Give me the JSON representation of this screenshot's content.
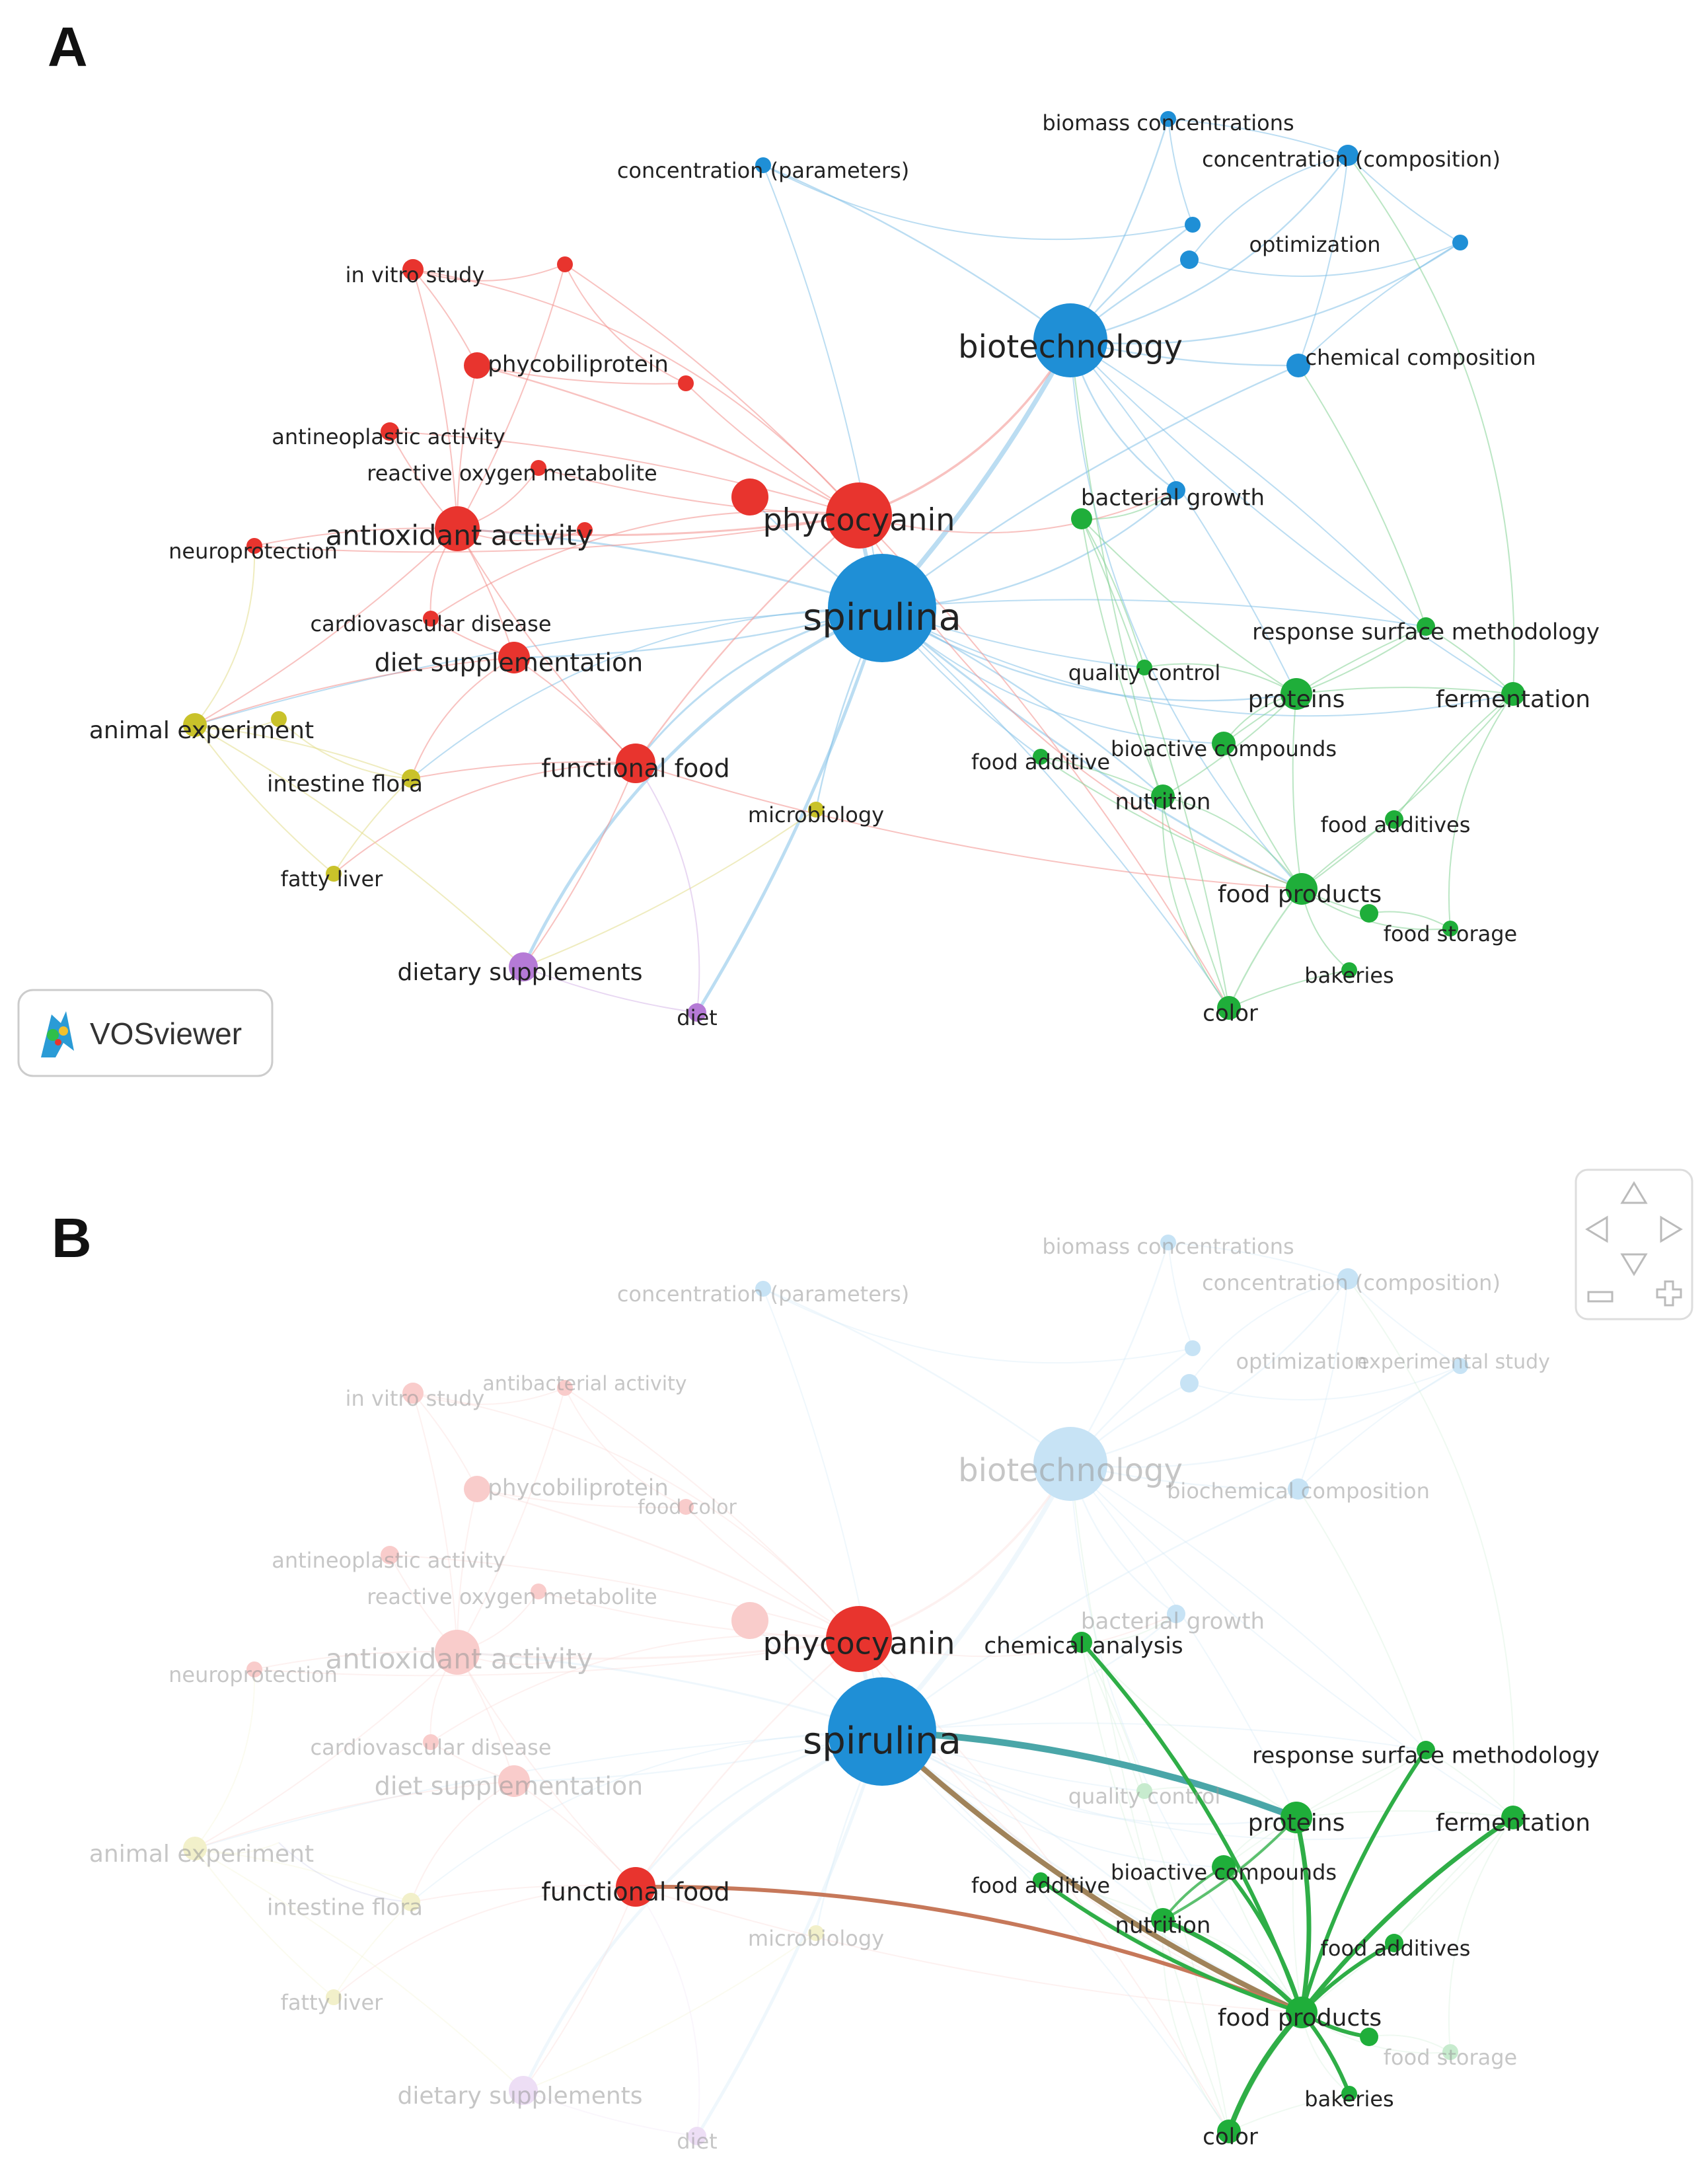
{
  "panels": {
    "a_label": "A",
    "b_label": "B"
  },
  "watermark": {
    "text": "VOSviewer",
    "icon": "vosviewer-logo-icon"
  },
  "nav_control": {
    "icons": [
      "arrow-up-icon",
      "arrow-left-icon",
      "arrow-right-icon",
      "arrow-down-icon",
      "zoom-out-icon",
      "zoom-in-icon"
    ]
  },
  "clusters": {
    "red": "#e8342e",
    "blue": "#1f8fd6",
    "green": "#1fae3a",
    "yellow": "#c9c22a",
    "purple": "#b57ad6"
  },
  "network_a": {
    "nodes": [
      {
        "id": "spirulina",
        "label": "spirulina",
        "cluster": "blue",
        "weight": 10
      },
      {
        "id": "phycocyanin",
        "label": "phycocyanin",
        "cluster": "red",
        "weight": 7
      },
      {
        "id": "biotechnology",
        "label": "biotechnology",
        "cluster": "blue",
        "weight": 7
      },
      {
        "id": "biomass",
        "label": "biomass concentrations",
        "cluster": "blue",
        "weight": 2
      },
      {
        "id": "conc_param",
        "label": "concentration (parameters)",
        "cluster": "blue",
        "weight": 2
      },
      {
        "id": "conc_comp",
        "label": "concentration (composition)",
        "cluster": "blue",
        "weight": 3
      },
      {
        "id": "optimization",
        "label": "optimization",
        "cluster": "blue",
        "weight": 2
      },
      {
        "id": "chem_comp",
        "label": "chemical composition",
        "cluster": "blue",
        "weight": 3
      },
      {
        "id": "bacterial_growth",
        "label": "bacterial growth",
        "cluster": "blue",
        "weight": 2
      },
      {
        "id": "blue_small1",
        "label": "",
        "cluster": "blue",
        "weight": 2
      },
      {
        "id": "blue_small2",
        "label": "",
        "cluster": "blue",
        "weight": 2
      },
      {
        "id": "in_vitro",
        "label": "in vitro study",
        "cluster": "red",
        "weight": 2
      },
      {
        "id": "red_small1",
        "label": "",
        "cluster": "red",
        "weight": 2
      },
      {
        "id": "red_small2",
        "label": "",
        "cluster": "red",
        "weight": 2
      },
      {
        "id": "phycobiliprotein",
        "label": "phycobiliprotein",
        "cluster": "red",
        "weight": 3
      },
      {
        "id": "antineoplastic",
        "label": "antineoplastic activity",
        "cluster": "red",
        "weight": 2
      },
      {
        "id": "ros",
        "label": "reactive oxygen metabolite",
        "cluster": "red",
        "weight": 2
      },
      {
        "id": "antioxidant",
        "label": "antioxidant activity",
        "cluster": "red",
        "weight": 5
      },
      {
        "id": "neuroprotection",
        "label": "neuroprotection",
        "cluster": "red",
        "weight": 2
      },
      {
        "id": "cardio",
        "label": "cardiovascular disease",
        "cluster": "red",
        "weight": 2
      },
      {
        "id": "diet_supp",
        "label": "diet supplementation",
        "cluster": "red",
        "weight": 4
      },
      {
        "id": "functional_food",
        "label": "functional food",
        "cluster": "red",
        "weight": 5
      },
      {
        "id": "red_small3",
        "label": "",
        "cluster": "red",
        "weight": 4
      },
      {
        "id": "red_small4",
        "label": "",
        "cluster": "red",
        "weight": 2
      },
      {
        "id": "animal_exp",
        "label": "animal experiment",
        "cluster": "yellow",
        "weight": 3
      },
      {
        "id": "yellow_small1",
        "label": "",
        "cluster": "yellow",
        "weight": 2
      },
      {
        "id": "intestine",
        "label": "intestine flora",
        "cluster": "yellow",
        "weight": 2
      },
      {
        "id": "fatty_liver",
        "label": "fatty liver",
        "cluster": "yellow",
        "weight": 2
      },
      {
        "id": "microbiology",
        "label": "microbiology",
        "cluster": "yellow",
        "weight": 2
      },
      {
        "id": "dietary_supps",
        "label": "dietary supplements",
        "cluster": "purple",
        "weight": 4
      },
      {
        "id": "diet",
        "label": "diet",
        "cluster": "purple",
        "weight": 2
      },
      {
        "id": "green_small1",
        "label": "",
        "cluster": "green",
        "weight": 3
      },
      {
        "id": "rsm",
        "label": "response surface methodology",
        "cluster": "green",
        "weight": 2
      },
      {
        "id": "quality_control",
        "label": "quality control",
        "cluster": "green",
        "weight": 2
      },
      {
        "id": "proteins",
        "label": "proteins",
        "cluster": "green",
        "weight": 4
      },
      {
        "id": "fermentation",
        "label": "fermentation",
        "cluster": "green",
        "weight": 3
      },
      {
        "id": "bioactive",
        "label": "bioactive compounds",
        "cluster": "green",
        "weight": 3
      },
      {
        "id": "food_additive",
        "label": "food additive",
        "cluster": "green",
        "weight": 2
      },
      {
        "id": "nutrition",
        "label": "nutrition",
        "cluster": "green",
        "weight": 3
      },
      {
        "id": "food_additives",
        "label": "food additives",
        "cluster": "green",
        "weight": 2
      },
      {
        "id": "food_products",
        "label": "food products",
        "cluster": "green",
        "weight": 4
      },
      {
        "id": "green_small2",
        "label": "",
        "cluster": "green",
        "weight": 2
      },
      {
        "id": "food_storage",
        "label": "food storage",
        "cluster": "green",
        "weight": 2
      },
      {
        "id": "bakeries",
        "label": "bakeries",
        "cluster": "green",
        "weight": 2
      },
      {
        "id": "color",
        "label": "color",
        "cluster": "green",
        "weight": 3
      }
    ]
  },
  "network_b": {
    "highlighted": "food products",
    "nodes": [
      {
        "id": "spirulina",
        "label": "spirulina",
        "cluster": "blue",
        "active": true
      },
      {
        "id": "phycocyanin",
        "label": "phycocyanin",
        "cluster": "red",
        "active": true
      },
      {
        "id": "biotechnology",
        "label": "biotechnology",
        "cluster": "blue",
        "active": false
      },
      {
        "id": "biomass",
        "label": "biomass concentrations",
        "cluster": "blue",
        "active": false
      },
      {
        "id": "conc_param",
        "label": "concentration (parameters)",
        "cluster": "blue",
        "active": false
      },
      {
        "id": "conc_comp",
        "label": "concentration (composition)",
        "cluster": "blue",
        "active": false
      },
      {
        "id": "optimization",
        "label": "optimization",
        "cluster": "blue",
        "active": false
      },
      {
        "id": "exp_study",
        "label": "experimental study",
        "cluster": "blue",
        "active": false
      },
      {
        "id": "biochem_comp",
        "label": "biochemical composition",
        "cluster": "blue",
        "active": false
      },
      {
        "id": "bacterial_growth",
        "label": "bacterial growth",
        "cluster": "blue",
        "active": false
      },
      {
        "id": "blue_small1",
        "label": "",
        "cluster": "blue",
        "active": false
      },
      {
        "id": "blue_small2",
        "label": "",
        "cluster": "blue",
        "active": false
      },
      {
        "id": "in_vitro",
        "label": "in vitro study",
        "cluster": "red",
        "active": false
      },
      {
        "id": "antibacterial",
        "label": "antibacterial activity",
        "cluster": "red",
        "active": false
      },
      {
        "id": "phycobiliprotein",
        "label": "phycobiliprotein",
        "cluster": "red",
        "active": false
      },
      {
        "id": "food_color",
        "label": "food color",
        "cluster": "red",
        "active": false
      },
      {
        "id": "antineoplastic",
        "label": "antineoplastic activity",
        "cluster": "red",
        "active": false
      },
      {
        "id": "ros",
        "label": "reactive oxygen metabolite",
        "cluster": "red",
        "active": false
      },
      {
        "id": "antioxidant",
        "label": "antioxidant activity",
        "cluster": "red",
        "active": false
      },
      {
        "id": "neuroprotection",
        "label": "neuroprotection",
        "cluster": "red",
        "active": false
      },
      {
        "id": "cardio",
        "label": "cardiovascular disease",
        "cluster": "red",
        "active": false
      },
      {
        "id": "diet_supp",
        "label": "diet supplementation",
        "cluster": "red",
        "active": false
      },
      {
        "id": "functional_food",
        "label": "functional food",
        "cluster": "red",
        "active": true
      },
      {
        "id": "red_small3",
        "label": "",
        "cluster": "red",
        "active": false
      },
      {
        "id": "animal_exp",
        "label": "animal experiment",
        "cluster": "yellow",
        "active": false
      },
      {
        "id": "intestine",
        "label": "intestine flora",
        "cluster": "yellow",
        "active": false
      },
      {
        "id": "fatty_liver",
        "label": "fatty liver",
        "cluster": "yellow",
        "active": false
      },
      {
        "id": "microbiology",
        "label": "microbiology",
        "cluster": "yellow",
        "active": false
      },
      {
        "id": "dietary_supps",
        "label": "dietary supplements",
        "cluster": "purple",
        "active": false
      },
      {
        "id": "diet",
        "label": "diet",
        "cluster": "purple",
        "active": false
      },
      {
        "id": "chem_analysis",
        "label": "chemical analysis",
        "cluster": "green",
        "active": true
      },
      {
        "id": "rsm",
        "label": "response surface methodology",
        "cluster": "green",
        "active": true
      },
      {
        "id": "quality_control",
        "label": "quality control",
        "cluster": "green",
        "active": false
      },
      {
        "id": "proteins",
        "label": "proteins",
        "cluster": "green",
        "active": true
      },
      {
        "id": "fermentation",
        "label": "fermentation",
        "cluster": "green",
        "active": true
      },
      {
        "id": "bioactive",
        "label": "bioactive compounds",
        "cluster": "green",
        "active": true
      },
      {
        "id": "food_additive",
        "label": "food additive",
        "cluster": "green",
        "active": true
      },
      {
        "id": "nutrition",
        "label": "nutrition",
        "cluster": "green",
        "active": true
      },
      {
        "id": "food_additives",
        "label": "food additives",
        "cluster": "green",
        "active": true
      },
      {
        "id": "food_products",
        "label": "food products",
        "cluster": "green",
        "active": true
      },
      {
        "id": "green_small2",
        "label": "",
        "cluster": "green",
        "active": true
      },
      {
        "id": "food_storage",
        "label": "food storage",
        "cluster": "green",
        "active": false
      },
      {
        "id": "bakeries",
        "label": "bakeries",
        "cluster": "green",
        "active": true
      },
      {
        "id": "color",
        "label": "color",
        "cluster": "green",
        "active": true
      }
    ]
  }
}
